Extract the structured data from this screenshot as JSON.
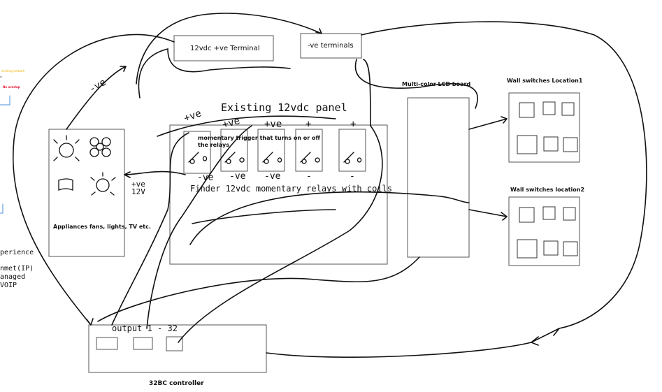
{
  "labels": {
    "positive_terminal": "12vdc +ve Terminal",
    "negative_terminals": "-ve terminals",
    "lcd_board": "Multi-color LCD board",
    "wall_switches_1": "Wall switches Location1",
    "wall_switches_2": "Wall switches location2",
    "panel_title": "Existing 12vdc panel",
    "trigger_note": "momentary trigger that turns on or off the relays",
    "relays_label": "Finder 12vdc momentary relays with coils",
    "appliances": "Appliances fans, lights, TV etc.",
    "output": "output 1 - 32",
    "controller": "32BC controller"
  },
  "wire_labels": {
    "neg_left": "-ve",
    "pos_12v": "+ve 12V",
    "relay_pos": [
      "+ve",
      "+ve",
      "+ve",
      "+",
      "+"
    ],
    "relay_neg": [
      "-ve",
      "-ve",
      "-ve",
      "-",
      "-"
    ]
  },
  "left_edge_text": {
    "note_orange": "existing network",
    "note_red": "No overlap",
    "lines": [
      "perience",
      "nmet(IP)",
      "anaged",
      "VOIP"
    ]
  },
  "colors": {
    "ink": "#111111",
    "box": "#555555",
    "orange": "#f2b400",
    "red": "#e8102a",
    "blue": "#4a90d9"
  }
}
